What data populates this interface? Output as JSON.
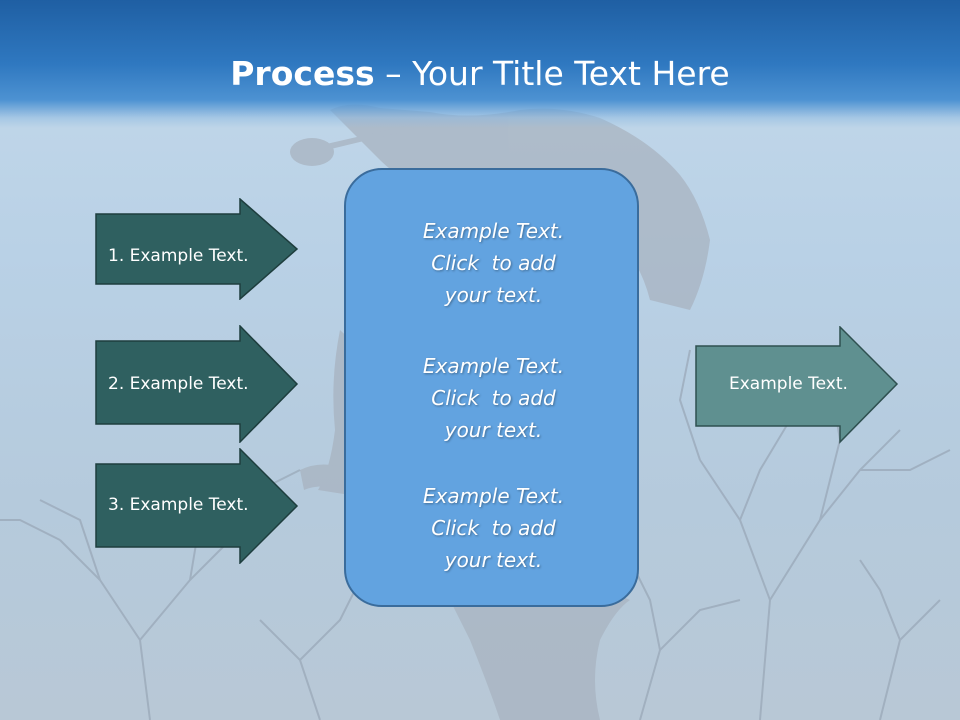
{
  "title": {
    "bold": "Process",
    "rest": " – Your Title Text Here"
  },
  "left_arrows": [
    {
      "label": "1. Example Text."
    },
    {
      "label": "2. Example Text."
    },
    {
      "label": "3. Example Text."
    }
  ],
  "center_box": {
    "blocks": [
      {
        "text": "Example Text.\nClick  to add\nyour text."
      },
      {
        "text": "Example Text.\nClick  to add\nyour text."
      },
      {
        "text": "Example Text.\nClick  to add\nyour text."
      }
    ]
  },
  "right_arrow": {
    "label": "Example Text."
  },
  "colors": {
    "title_bar": "#2f78c0",
    "left_arrow_fill": "#2f6060",
    "right_arrow_fill": "#5f9090",
    "center_box_fill": "#62a3e0",
    "center_box_border": "#3a6c9c"
  }
}
